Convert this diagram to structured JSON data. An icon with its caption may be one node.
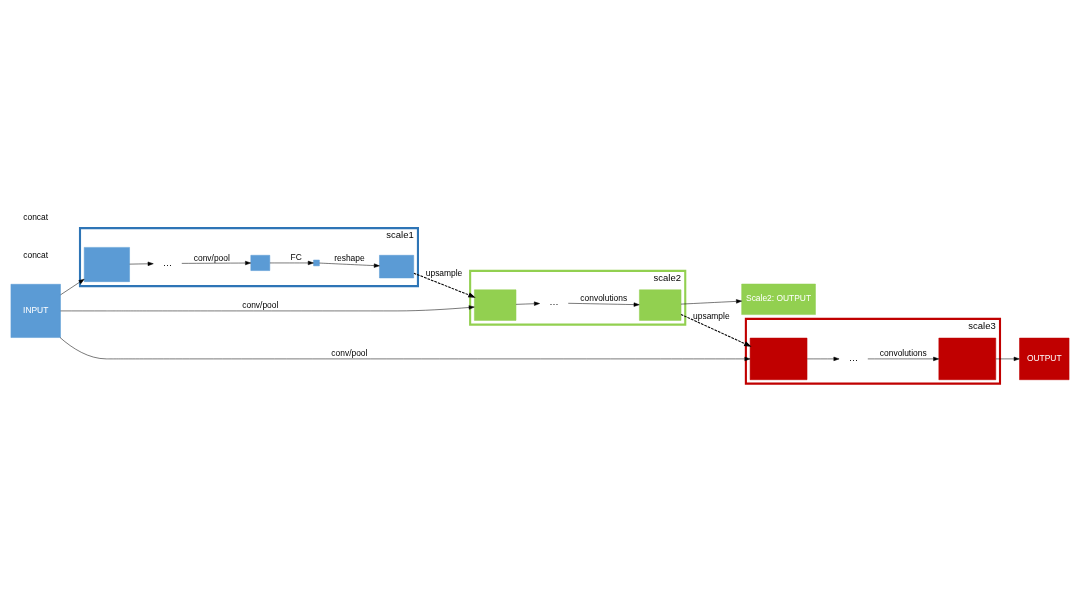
{
  "diagram": {
    "nodes": [
      {
        "text": [
          "INPUT"
        ]
      },
      {
        "text": [
          "scale1"
        ]
      },
      {
        "text": [],
        "shape": "box",
        "in": 1
      },
      {
        "text": [
          "…"
        ],
        "in": 1
      },
      {
        "text": [],
        "shape": "box",
        "in": 1
      },
      {
        "text": [],
        "shape": "box",
        "in": 1
      },
      {
        "text": [],
        "shape": "box",
        "in": 1
      },
      {
        "text": [
          "scale2"
        ]
      },
      {
        "text": [],
        "shape": "box",
        "in": 7
      },
      {
        "text": [
          "…"
        ],
        "in": 7
      },
      {
        "text": [],
        "shape": "box",
        "in": 7
      },
      {
        "text": [
          "Scale2: OUTPUT"
        ]
      },
      {
        "text": [
          "scale3"
        ]
      },
      {
        "text": [],
        "shape": "box",
        "in": 12
      },
      {
        "text": [
          "…"
        ],
        "in": 12
      },
      {
        "text": [],
        "shape": "box",
        "in": 12
      },
      {
        "text": [
          "OUTPUT"
        ]
      }
    ],
    "edges": [
      {
        "from": 0,
        "to": 2,
        "arrow": "to"
      },
      {
        "from": 2,
        "to": 3,
        "arrow": "to"
      },
      {
        "from": 3,
        "to": 4,
        "arrow": "to",
        "label": "conv/pool"
      },
      {
        "from": 4,
        "to": 5,
        "arrow": "to",
        "label": "FC"
      },
      {
        "from": 5,
        "to": 6,
        "arrow": "to",
        "label": "reshape"
      },
      {
        "from": 6,
        "to": 8,
        "arrow": "to",
        "label": "upsample",
        "style": "dashed"
      },
      {
        "from": 0,
        "to": 8,
        "arrow": "to",
        "label": "conv/pool"
      },
      {
        "from": 8,
        "to": 9,
        "arrow": "to"
      },
      {
        "from": 9,
        "to": 10,
        "arrow": "to",
        "label": "convolutions"
      },
      {
        "from": 10,
        "to": 11,
        "arrow": "to"
      },
      {
        "from": 10,
        "to": 13,
        "arrow": "to",
        "label": "upsample",
        "style": "dashed"
      },
      {
        "from": 0,
        "to": 13,
        "arrow": "to",
        "label": "conv/pool"
      },
      {
        "from": 13,
        "to": 14,
        "arrow": "to"
      },
      {
        "from": 14,
        "to": 15,
        "arrow": "to",
        "label": "convolutions"
      },
      {
        "from": 15,
        "to": 16,
        "arrow": "to"
      }
    ],
    "labels": [
      "concat",
      "concat"
    ]
  }
}
